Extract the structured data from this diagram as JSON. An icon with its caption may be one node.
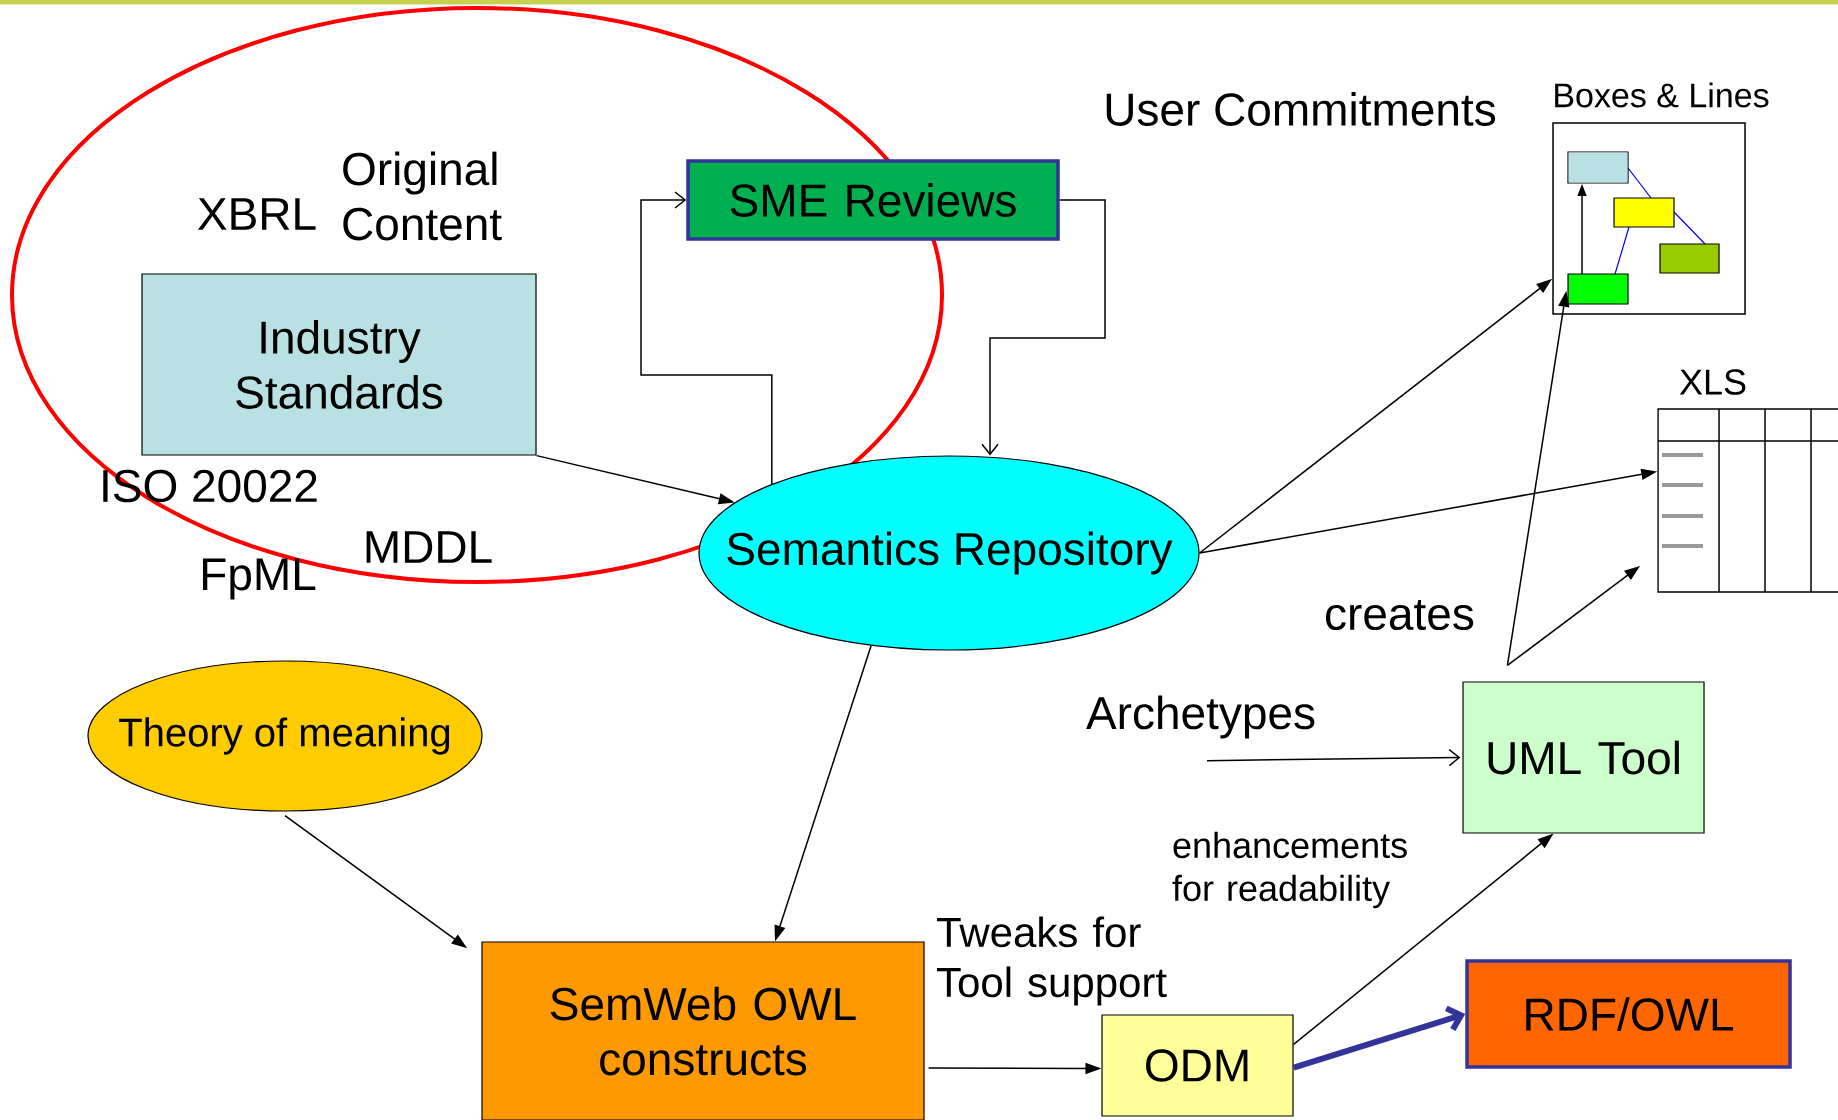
{
  "diagram": {
    "nodes": [
      {
        "text": [
          "Industry Standards"
        ]
      },
      {
        "text": [
          "SME Reviews"
        ]
      },
      {
        "text": [
          "Boxes & Lines"
        ]
      },
      {
        "text": [
          "XLS"
        ]
      },
      {
        "text": [
          "Semantics Repository"
        ]
      },
      {
        "text": [
          "Archetypes"
        ]
      },
      {
        "text": [
          "Theory of meaning"
        ]
      },
      {
        "text": [
          "UML Tool"
        ]
      },
      {
        "text": [
          "SemWeb OWL constructs"
        ]
      },
      {
        "text": [
          "ODM"
        ]
      },
      {
        "text": [
          "RDF/OWL"
        ]
      }
    ],
    "edges": [
      {
        "from": 0,
        "to": 4,
        "arrow": "to"
      },
      {
        "from": 4,
        "to": 1,
        "arrow": "to"
      },
      {
        "from": 1,
        "to": 4,
        "arrow": "to"
      },
      {
        "from": 4,
        "to": 2,
        "arrow": "to"
      },
      {
        "from": 4,
        "to": 3,
        "arrow": "to"
      },
      {
        "from": 4,
        "to": 8,
        "arrow": "to"
      },
      {
        "from": 6,
        "to": 8,
        "arrow": "to"
      },
      {
        "from": 8,
        "to": 9,
        "arrow": "to",
        "label": "Tweaks for Tool support"
      },
      {
        "from": 9,
        "to": 7,
        "arrow": "to",
        "label": "enhancements for readability"
      },
      {
        "from": 9,
        "to": 10,
        "arrow": "to",
        "style": "thick",
        "color": "#333399"
      },
      {
        "from": 5,
        "to": 7,
        "arrow": "to"
      },
      {
        "from": 7,
        "to": 2,
        "arrow": "to",
        "label": "creates"
      },
      {
        "from": 7,
        "to": 3,
        "arrow": "to"
      }
    ],
    "labels": [
      "XBRL",
      "Original Content",
      "ISO 20022",
      "MDDL",
      "FpML",
      "User Commitments"
    ]
  }
}
